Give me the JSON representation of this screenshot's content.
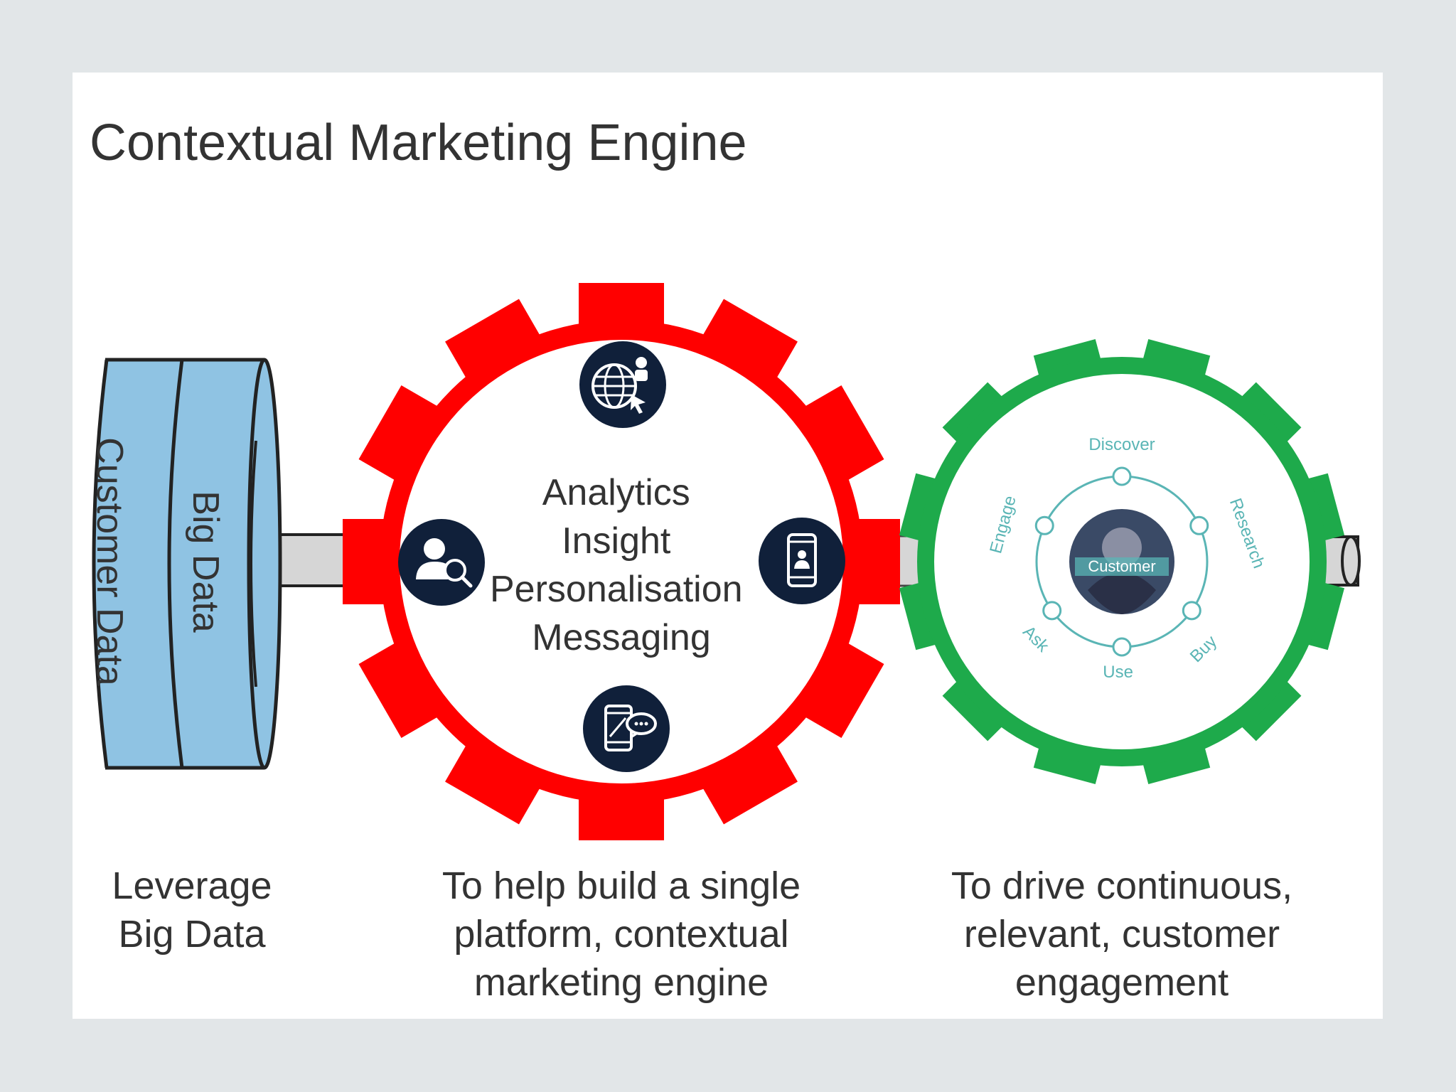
{
  "title": "Contextual Marketing Engine",
  "database": {
    "outer_label": "Customer Data",
    "inner_label": "Big Data",
    "fill_color": "#8fc3e3"
  },
  "engine_gear": {
    "color": "#ff0000",
    "center_text": [
      "Analytics",
      "Insight",
      "Personalisation",
      "Messaging"
    ],
    "icons": [
      "globe-user-icon",
      "user-search-icon",
      "mobile-user-icon",
      "mobile-chat-icon"
    ]
  },
  "customer_gear": {
    "color": "#1eaa4b",
    "center_label": "Customer",
    "cycle_labels": [
      "Discover",
      "Research",
      "Buy",
      "Use",
      "Ask",
      "Engage"
    ],
    "ring_color": "#5ab5b5"
  },
  "captions": {
    "left": [
      "Leverage",
      "Big Data"
    ],
    "middle": [
      "To help build a single",
      "platform, contextual",
      "marketing engine"
    ],
    "right": [
      "To drive continuous,",
      "relevant, customer",
      "engagement"
    ]
  }
}
